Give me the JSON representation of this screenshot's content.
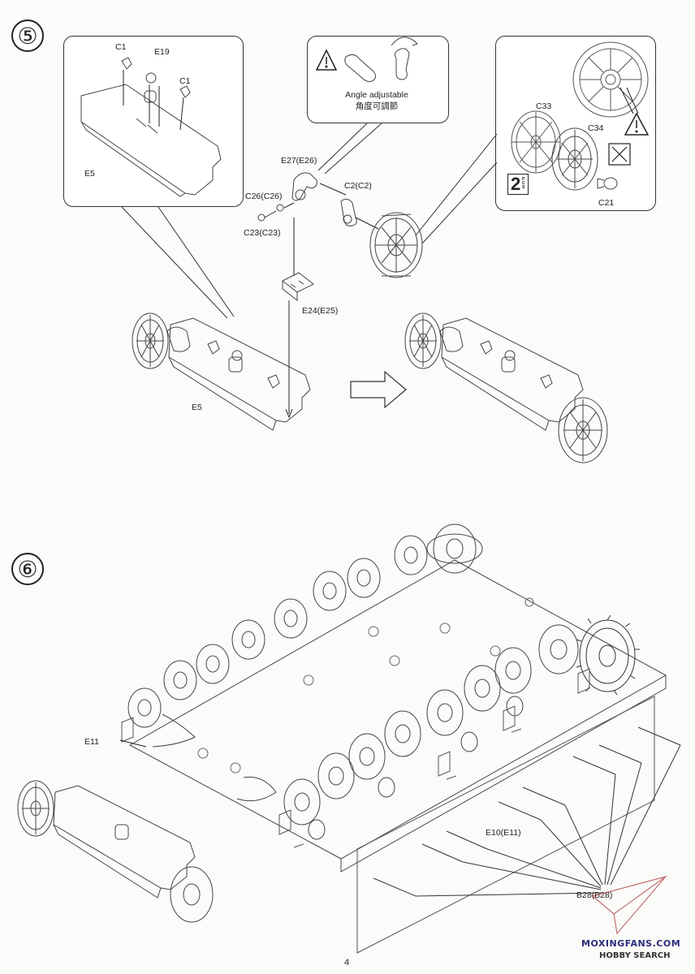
{
  "step5": {
    "number": "⑤",
    "callout_left": {
      "labels": [
        "C1",
        "E19",
        "C1",
        "E5"
      ]
    },
    "callout_mid": {
      "text_en": "Angle adjustable",
      "text_cn": "角度可調節"
    },
    "callout_right": {
      "c33": "C33",
      "c34": "C34",
      "c21": "C21",
      "qty": "2",
      "pcs": "PCS"
    },
    "labels": {
      "e27": "E27(E26)",
      "c26": "C26(C26)",
      "c23": "C23(C23)",
      "c2": "C2(C2)",
      "e24": "E24(E25)",
      "e5": "E5"
    }
  },
  "step6": {
    "number": "⑥",
    "labels": {
      "e11": "E11",
      "e10": "E10(E11)",
      "b": "B28(B28)"
    }
  },
  "footer": {
    "page": "4",
    "watermark_site": "MOXINGFANS.COM",
    "watermark_brand": "HOBBY SEARCH"
  }
}
